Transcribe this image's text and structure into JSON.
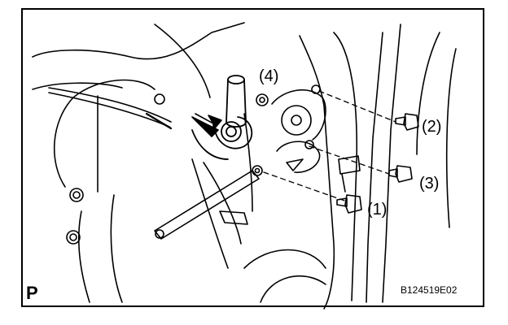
{
  "callouts": {
    "c1": "(1)",
    "c2": "(2)",
    "c3": "(3)",
    "c4": "(4)"
  },
  "view_letter": "P",
  "figure_code": "B124519E02",
  "colors": {
    "line": "#000000",
    "background": "#ffffff"
  }
}
